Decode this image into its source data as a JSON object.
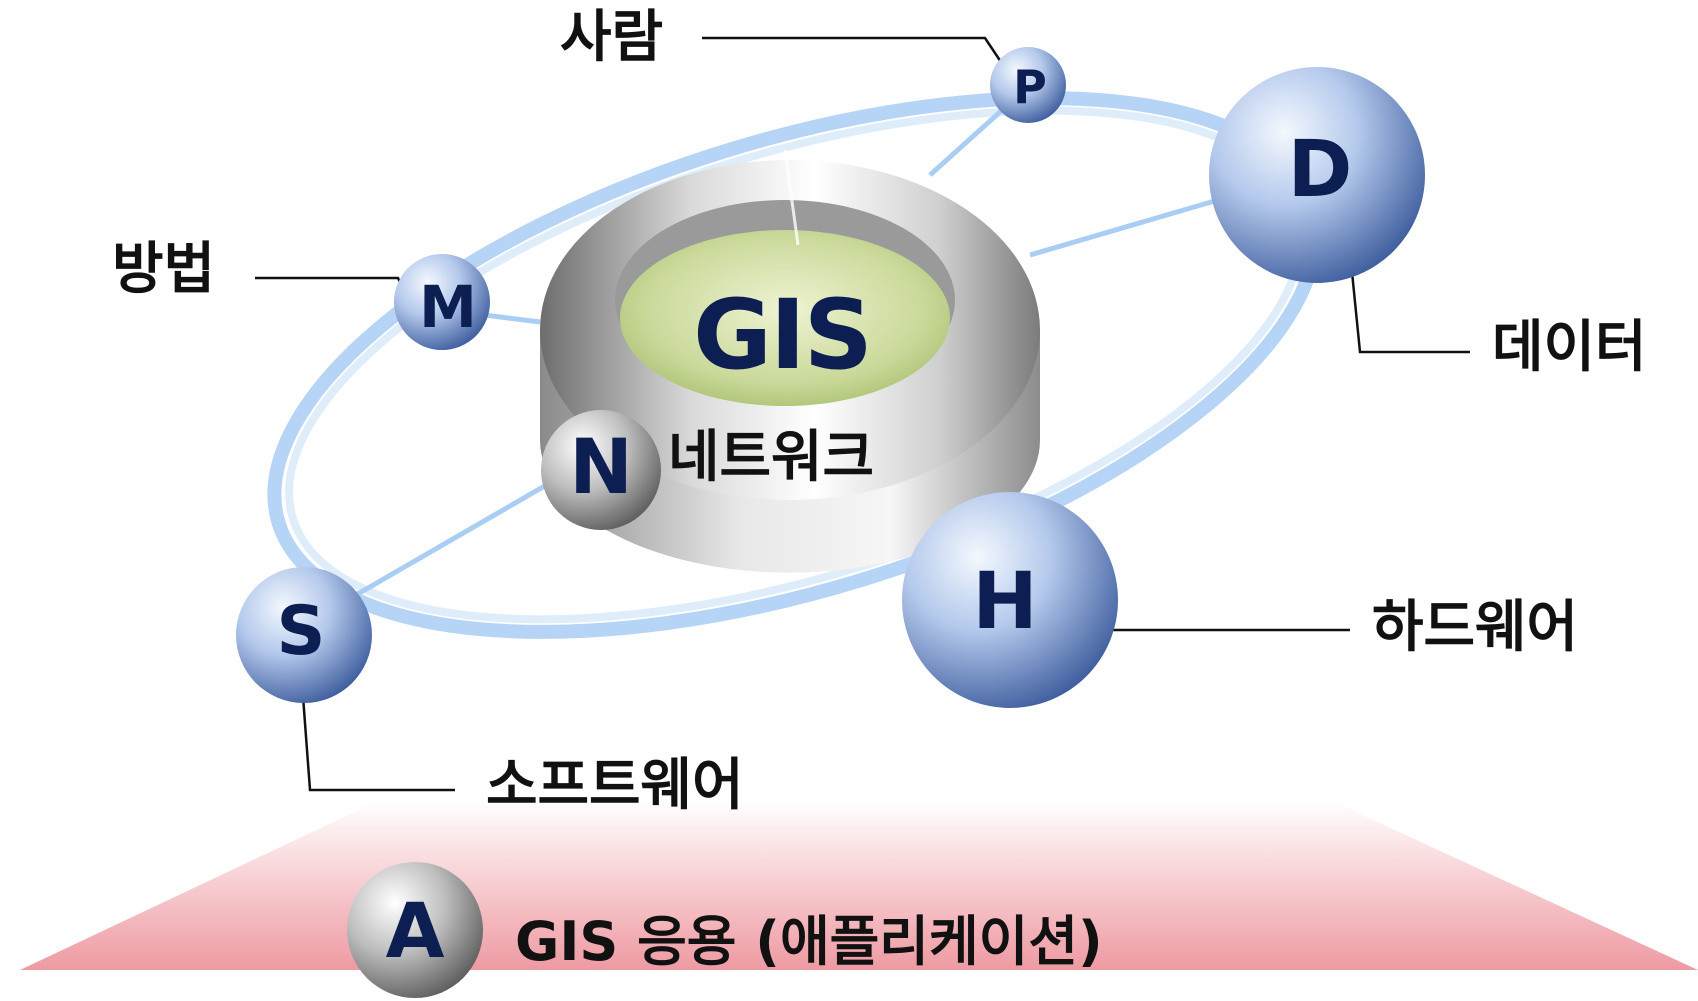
{
  "center": {
    "text": "GIS"
  },
  "nodes": {
    "p": {
      "letter": "P",
      "label": "사람"
    },
    "m": {
      "letter": "M",
      "label": "방법"
    },
    "d": {
      "letter": "D",
      "label": "데이터"
    },
    "n": {
      "letter": "N",
      "label": "네트워크"
    },
    "s": {
      "letter": "S",
      "label": "소프트웨어"
    },
    "h": {
      "letter": "H",
      "label": "하드웨어"
    },
    "a": {
      "letter": "A",
      "label": "GIS 응용 (애플리케이션)"
    }
  },
  "colors": {
    "sphere_blue_light": "#eaf1fb",
    "sphere_blue_dark": "#3c5c9c",
    "sphere_gray_dark": "#6a6a6a",
    "orbit": "#a9cdf3",
    "center_disc": "#c8d98a",
    "letter": "#0d1f52",
    "base_trapezoid": "#f0a6ad"
  }
}
